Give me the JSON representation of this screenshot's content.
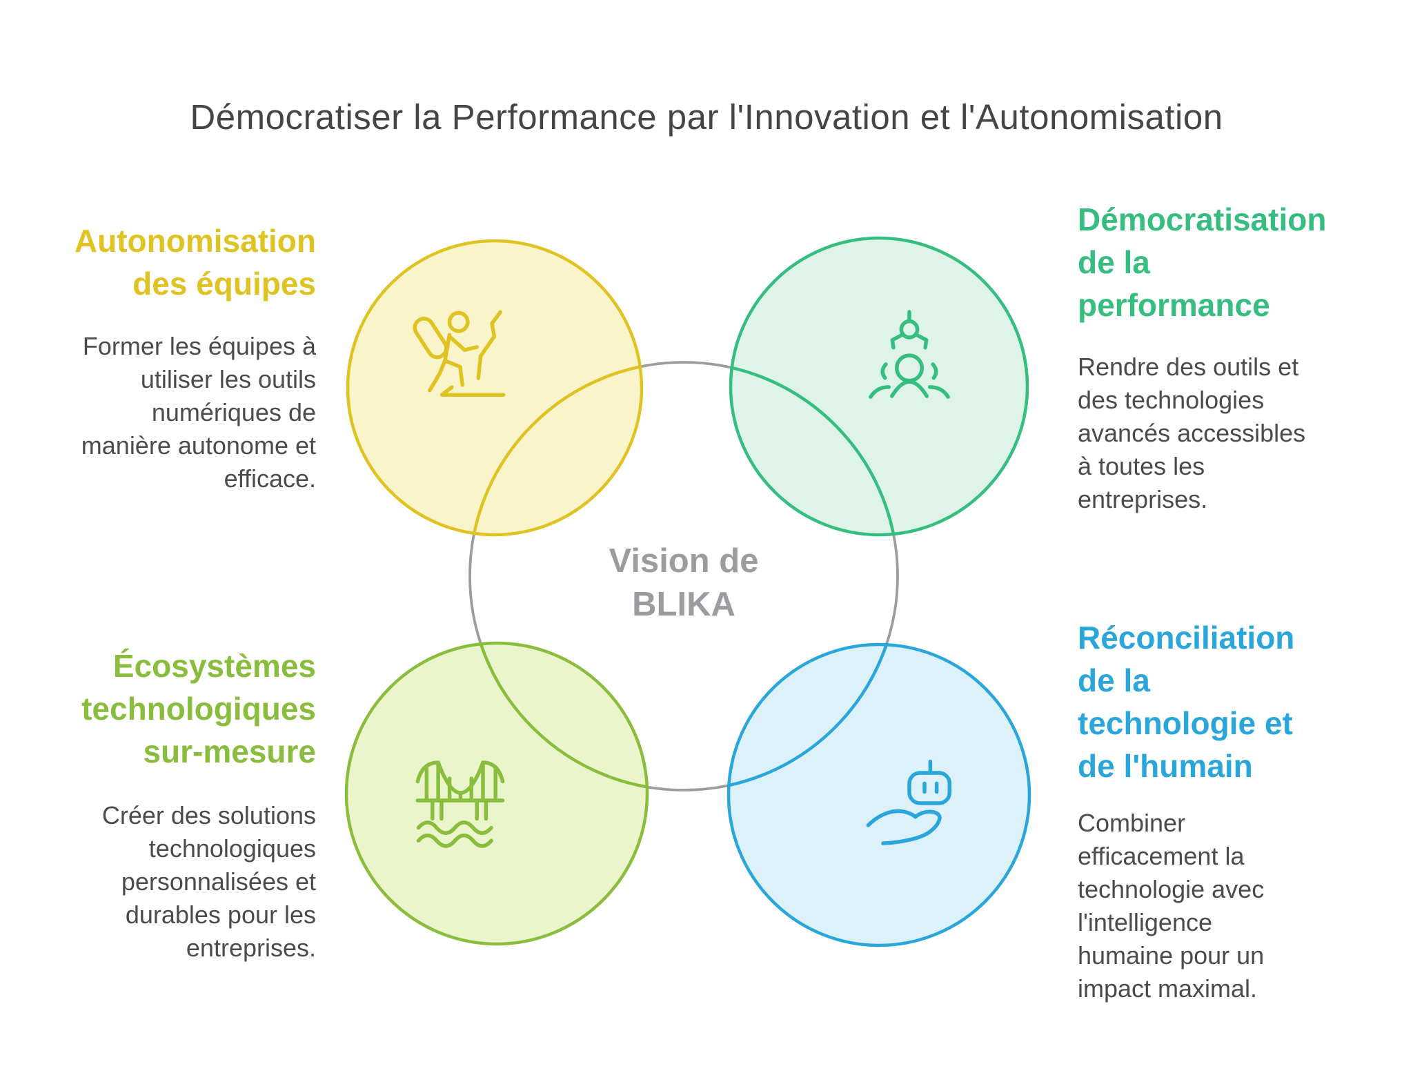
{
  "title": "Démocratiser la Performance par l'Innovation et l'Autonomisation",
  "center": {
    "line1": "Vision de",
    "line2": "BLIKA"
  },
  "sections": [
    {
      "id": "autonomisation-des-equipes",
      "position": "top-left",
      "icon": "hiker-climbing-icon",
      "heading": "Autonomisation des équipes",
      "heading_lines": [
        "Autonomisation",
        "des équipes"
      ],
      "body": "Former les équipes à utiliser les outils numériques de manière autonome et efficace.",
      "body_lines": [
        "Former les équipes à",
        "utiliser les outils",
        "numériques de",
        "manière autonome et",
        "efficace."
      ]
    },
    {
      "id": "democratisation-de-la-performance",
      "position": "top-right",
      "icon": "claw-machine-people-icon",
      "heading": "Démocratisation de la performance",
      "heading_lines": [
        "Démocratisation",
        "de la",
        "performance"
      ],
      "body": "Rendre des outils et des technologies avancés accessibles à toutes les entreprises.",
      "body_lines": [
        "Rendre des outils et",
        "des technologies",
        "avancés accessibles",
        "à toutes les",
        "entreprises."
      ]
    },
    {
      "id": "ecosystemes-technologiques-sur-mesure",
      "position": "bottom-left",
      "icon": "bridge-icon",
      "heading": "Écosystèmes technologiques sur-mesure",
      "heading_lines": [
        "Écosystèmes",
        "technologiques",
        "sur-mesure"
      ],
      "body": "Créer des solutions technologiques personnalisées et durables pour les entreprises.",
      "body_lines": [
        "Créer des solutions",
        "technologiques",
        "personnalisées et",
        "durables pour les",
        "entreprises."
      ]
    },
    {
      "id": "reconciliation-technologie-humain",
      "position": "bottom-right",
      "icon": "hand-robot-icon",
      "heading": "Réconciliation de la technologie et de l'humain",
      "heading_lines": [
        "Réconciliation",
        "de la",
        "technologie et",
        "de l'humain"
      ],
      "body": "Combiner efficacement la technologie avec l'intelligence humaine pour un impact maximal.",
      "body_lines": [
        "Combiner",
        "efficacement la",
        "technologie avec",
        "l'intelligence",
        "humaine pour un",
        "impact maximal."
      ]
    }
  ],
  "colors": {
    "yellow": {
      "stroke": "#DFC322",
      "fill": "#FAF4CA"
    },
    "mint": {
      "stroke": "#36BD80",
      "fill": "#DEF4E8"
    },
    "lime": {
      "stroke": "#8ABD3D",
      "fill": "#EBF5CB"
    },
    "blue": {
      "stroke": "#2AA6DB",
      "fill": "#DCF1FA"
    },
    "gray": {
      "stroke": "#9C9C9C",
      "fill": "#F1F1F2"
    },
    "title_text": "#454545",
    "body_text": "#4B4B4B",
    "center_text": "#9C9CA0"
  }
}
